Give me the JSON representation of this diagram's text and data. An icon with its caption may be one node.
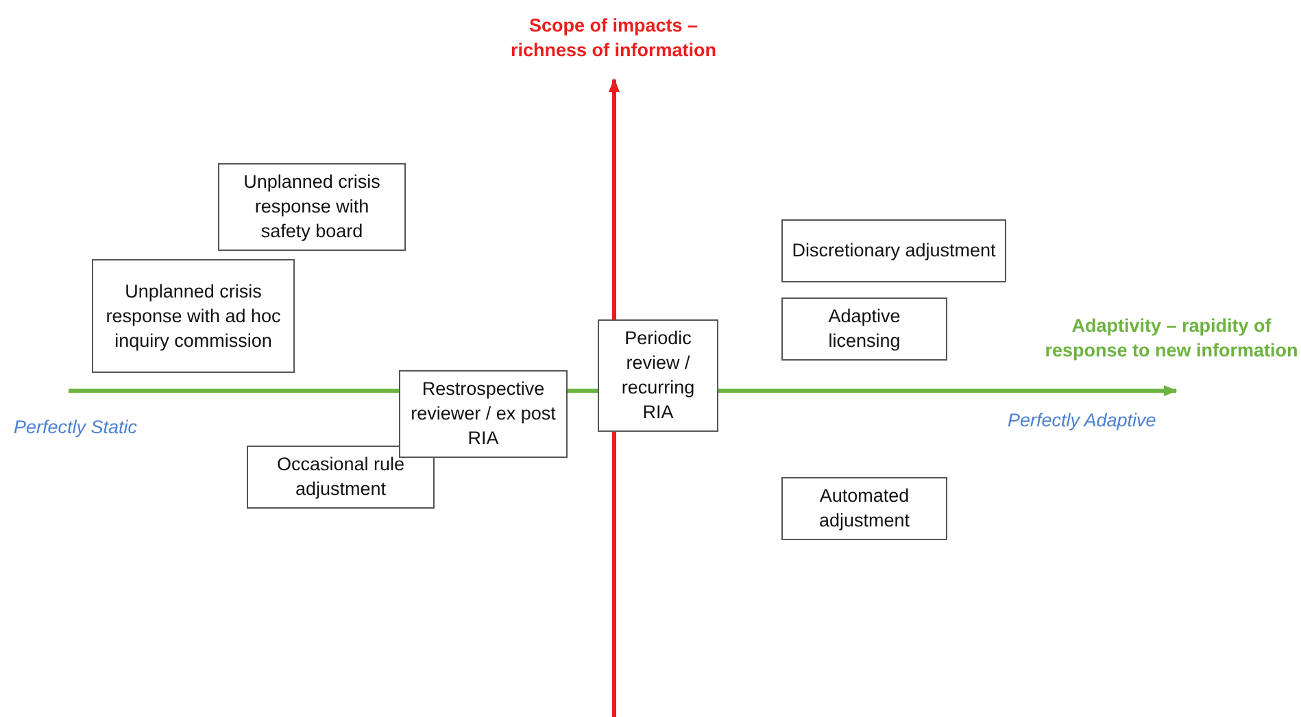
{
  "diagram": {
    "nodes": [
      {
        "text": [
          "Unplanned crisis response with safety board"
        ]
      },
      {
        "text": [
          "Discretionary adjustment"
        ]
      },
      {
        "text": [
          "Unplanned crisis response with ad hoc inquiry commission"
        ]
      },
      {
        "text": [
          "Adaptive licensing"
        ]
      },
      {
        "text": [
          "Periodic review / recurring RIA"
        ]
      },
      {
        "text": [
          "Restrospective reviewer / ex post RIA"
        ]
      },
      {
        "text": [
          "Occasional rule adjustment"
        ]
      },
      {
        "text": [
          "Automated adjustment"
        ]
      }
    ],
    "labels": [
      "Scope of impacts – richness of information",
      "Adaptivity – rapidity of response to new information",
      "Perfectly Static",
      "Perfectly Adaptive"
    ]
  }
}
